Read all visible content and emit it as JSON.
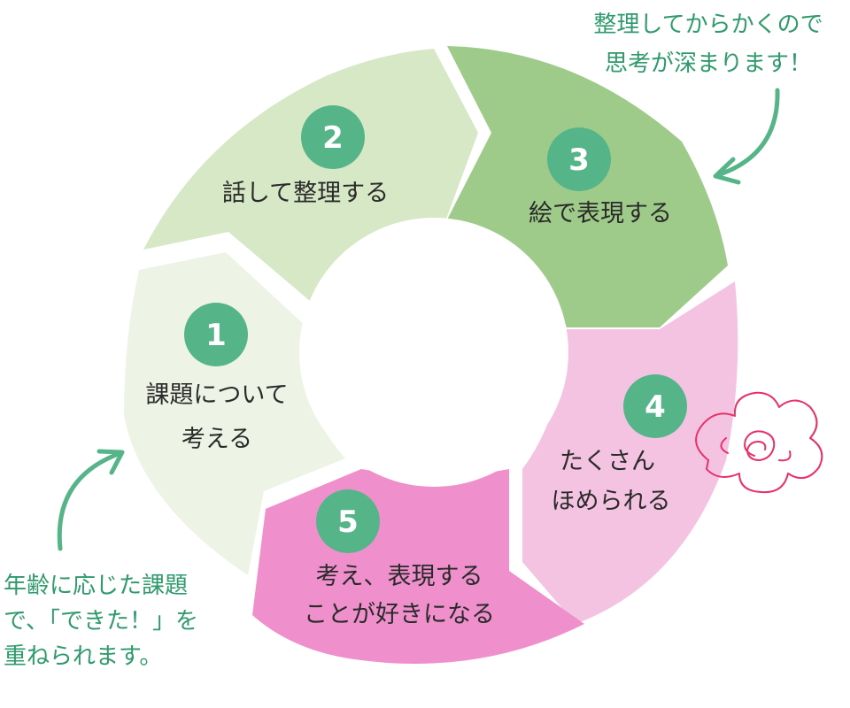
{
  "colors": {
    "step1": "#edf4e5",
    "step2": "#d6e8c6",
    "step3": "#9fcb8a",
    "step4": "#f3c3e1",
    "step5": "#ef90cd",
    "badge": "#55b589",
    "note": "#2f9a6c",
    "doodle": "#e8306a"
  },
  "steps": [
    {
      "number": "1",
      "lines": [
        "課題について",
        "考える"
      ]
    },
    {
      "number": "2",
      "lines": [
        "話して整理する"
      ]
    },
    {
      "number": "3",
      "lines": [
        "絵で表現する"
      ]
    },
    {
      "number": "4",
      "lines": [
        "たくさん",
        "ほめられる"
      ]
    },
    {
      "number": "5",
      "lines": [
        "考え、表現する",
        "ことが好きになる"
      ]
    }
  ],
  "notes": {
    "top_right": [
      "整理してからかくので",
      "思考が深まります！"
    ],
    "bottom_left": [
      "年齢に応じた課題",
      "で、「できた！」を",
      "重ねられます。"
    ]
  },
  "icons": {
    "doodle": "scribble-flower-icon",
    "arrow_top": "curved-arrow-icon",
    "arrow_bottom": "curved-arrow-icon"
  }
}
